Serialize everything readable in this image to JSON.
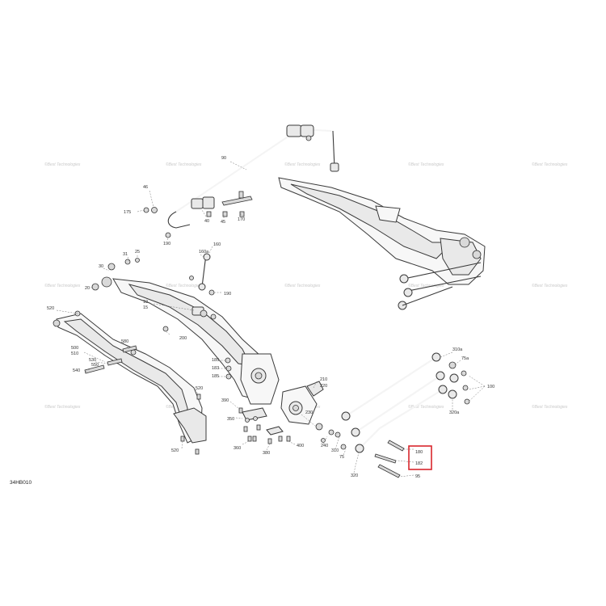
{
  "reference": "34HB010",
  "watermark": "©Best Technologies",
  "highlight_color": "#d9262c",
  "callouts": [
    {
      "id": "90",
      "text": "90"
    },
    {
      "id": "46",
      "text": "46"
    },
    {
      "id": "175",
      "text": "175"
    },
    {
      "id": "40",
      "text": "40"
    },
    {
      "id": "45",
      "text": "45"
    },
    {
      "id": "170",
      "text": "170"
    },
    {
      "id": "190a",
      "text": "190"
    },
    {
      "id": "160",
      "text": "160"
    },
    {
      "id": "160a",
      "text": "160a"
    },
    {
      "id": "31",
      "text": "31"
    },
    {
      "id": "25",
      "text": "25"
    },
    {
      "id": "30",
      "text": "30"
    },
    {
      "id": "20",
      "text": "20"
    },
    {
      "id": "190b",
      "text": "190"
    },
    {
      "id": "10",
      "text": "10"
    },
    {
      "id": "15",
      "text": "15"
    },
    {
      "id": "520a",
      "text": "520"
    },
    {
      "id": "200",
      "text": "200"
    },
    {
      "id": "580",
      "text": "580"
    },
    {
      "id": "500",
      "text": "500"
    },
    {
      "id": "510",
      "text": "510"
    },
    {
      "id": "530",
      "text": "530"
    },
    {
      "id": "550",
      "text": "550"
    },
    {
      "id": "540",
      "text": "540"
    },
    {
      "id": "185a",
      "text": "185"
    },
    {
      "id": "183",
      "text": "183"
    },
    {
      "id": "185b",
      "text": "185"
    },
    {
      "id": "210",
      "text": "210"
    },
    {
      "id": "220",
      "text": "220"
    },
    {
      "id": "520b",
      "text": "520"
    },
    {
      "id": "390",
      "text": "390"
    },
    {
      "id": "350",
      "text": "350"
    },
    {
      "id": "230",
      "text": "230"
    },
    {
      "id": "360",
      "text": "360"
    },
    {
      "id": "380",
      "text": "380"
    },
    {
      "id": "400",
      "text": "400"
    },
    {
      "id": "240",
      "text": "240"
    },
    {
      "id": "310",
      "text": "310"
    },
    {
      "id": "75",
      "text": "75"
    },
    {
      "id": "520c",
      "text": "520"
    },
    {
      "id": "320",
      "text": "320"
    },
    {
      "id": "310a",
      "text": "310a"
    },
    {
      "id": "75a",
      "text": "75a"
    },
    {
      "id": "100",
      "text": "100"
    },
    {
      "id": "320a",
      "text": "320a"
    },
    {
      "id": "180",
      "text": "180"
    },
    {
      "id": "182",
      "text": "182"
    },
    {
      "id": "95",
      "text": "95"
    }
  ]
}
